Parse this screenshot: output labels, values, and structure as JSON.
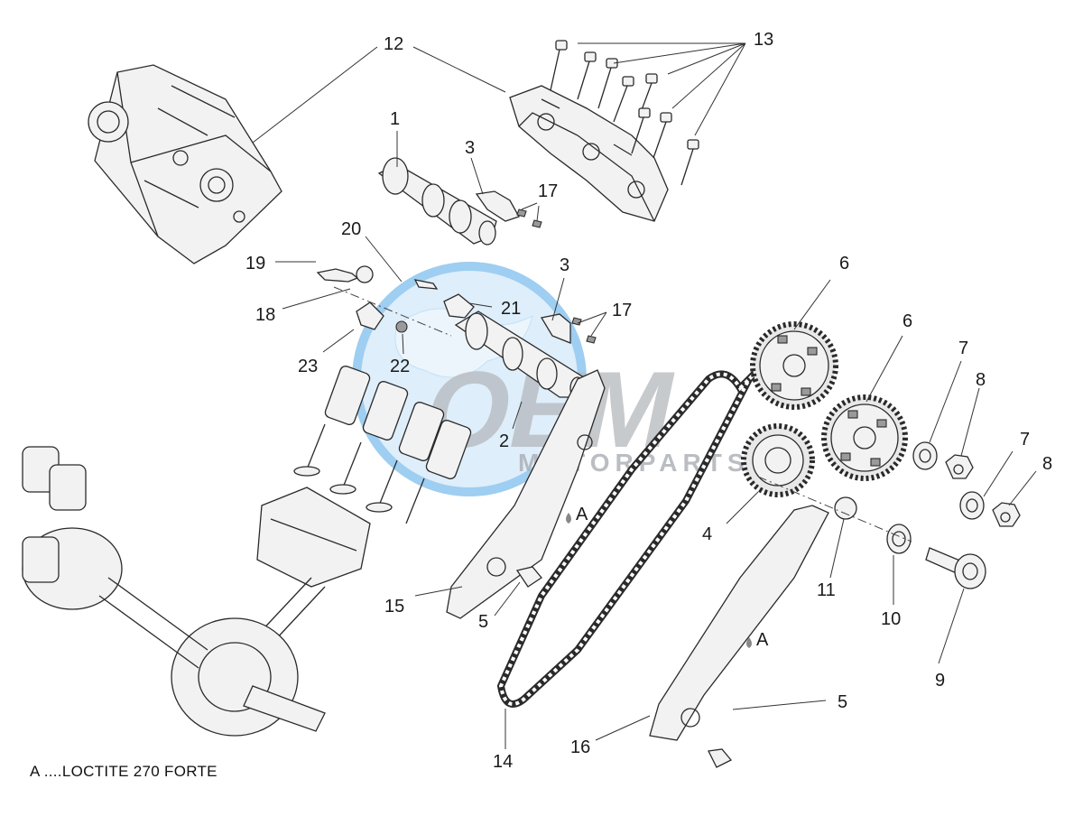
{
  "diagram": {
    "note": "A ....LOCTITE 270 FORTE",
    "loctite_marker": "A",
    "watermark": {
      "main": "OEM",
      "sub": "MOTORPARTS",
      "colors": {
        "blue": "#5aa9e6",
        "grey": "#b9bcc0",
        "light_blue": "#d9ecfa"
      }
    },
    "callouts": {
      "c1": "1",
      "c2": "2",
      "c3a": "3",
      "c3b": "3",
      "c4": "4",
      "c5a": "5",
      "c5b": "5",
      "c6a": "6",
      "c6b": "6",
      "c7a": "7",
      "c7b": "7",
      "c8a": "8",
      "c8b": "8",
      "c9": "9",
      "c10": "10",
      "c11": "11",
      "c12": "12",
      "c13": "13",
      "c14": "14",
      "c15": "15",
      "c16": "16",
      "c17a": "17",
      "c17b": "17",
      "c18": "18",
      "c19": "19",
      "c20": "20",
      "c21": "21",
      "c22": "22",
      "c23": "23"
    }
  }
}
